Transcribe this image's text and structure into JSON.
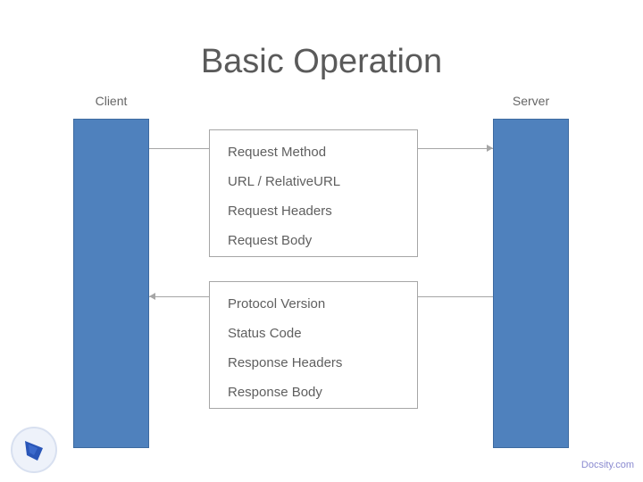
{
  "slide": {
    "title": "Basic Operation"
  },
  "lanes": {
    "client": {
      "label": "Client",
      "color": "#4f81bd"
    },
    "server": {
      "label": "Server",
      "color": "#4f81bd"
    }
  },
  "request": {
    "direction": "client-to-server",
    "lines": [
      "Request Method",
      "URL / RelativeURL",
      "Request Headers",
      "Request Body"
    ]
  },
  "response": {
    "direction": "server-to-client",
    "lines": [
      "Protocol Version",
      "Status Code",
      "Response Headers",
      "Response Body"
    ]
  },
  "footer": {
    "logo_icon": "globe-logo-icon",
    "link_text": "Docsity.com"
  },
  "colors": {
    "lane_fill": "#4f81bd",
    "box_border": "#a6a6a6",
    "title_text": "#5a5a5a"
  }
}
